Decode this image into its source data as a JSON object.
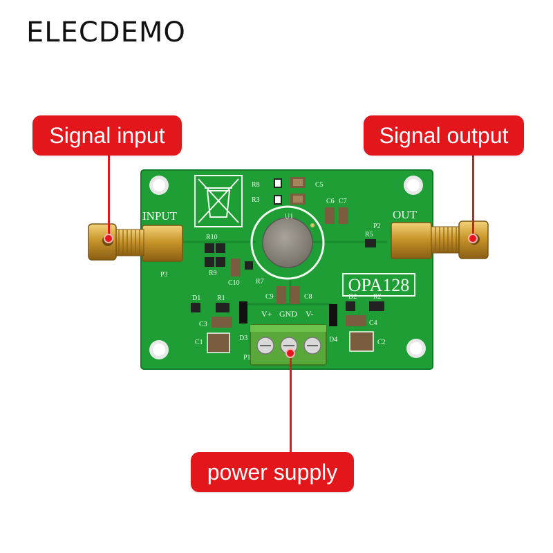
{
  "brand": "ELECDEMO",
  "callouts": {
    "signal_input": "Signal input",
    "signal_output": "Signal output",
    "power_supply": "power supply"
  },
  "board": {
    "chip_label": "OPA128",
    "input_label": "INPUT",
    "output_label": "OUT",
    "terminal_labels": [
      "V+",
      "GND",
      "V-"
    ],
    "designators": [
      "R8",
      "R3",
      "C5",
      "C6",
      "C7",
      "U1",
      "P2",
      "R5",
      "P3",
      "R10",
      "R9",
      "C10",
      "R7",
      "C9",
      "C8",
      "D1",
      "R1",
      "D2",
      "R2",
      "C3",
      "C4",
      "C1",
      "C2",
      "D3",
      "D4",
      "P1"
    ]
  },
  "colors": {
    "callout": "#e3161b",
    "pcb": "#1f9e35",
    "brass": "#c8962a"
  }
}
